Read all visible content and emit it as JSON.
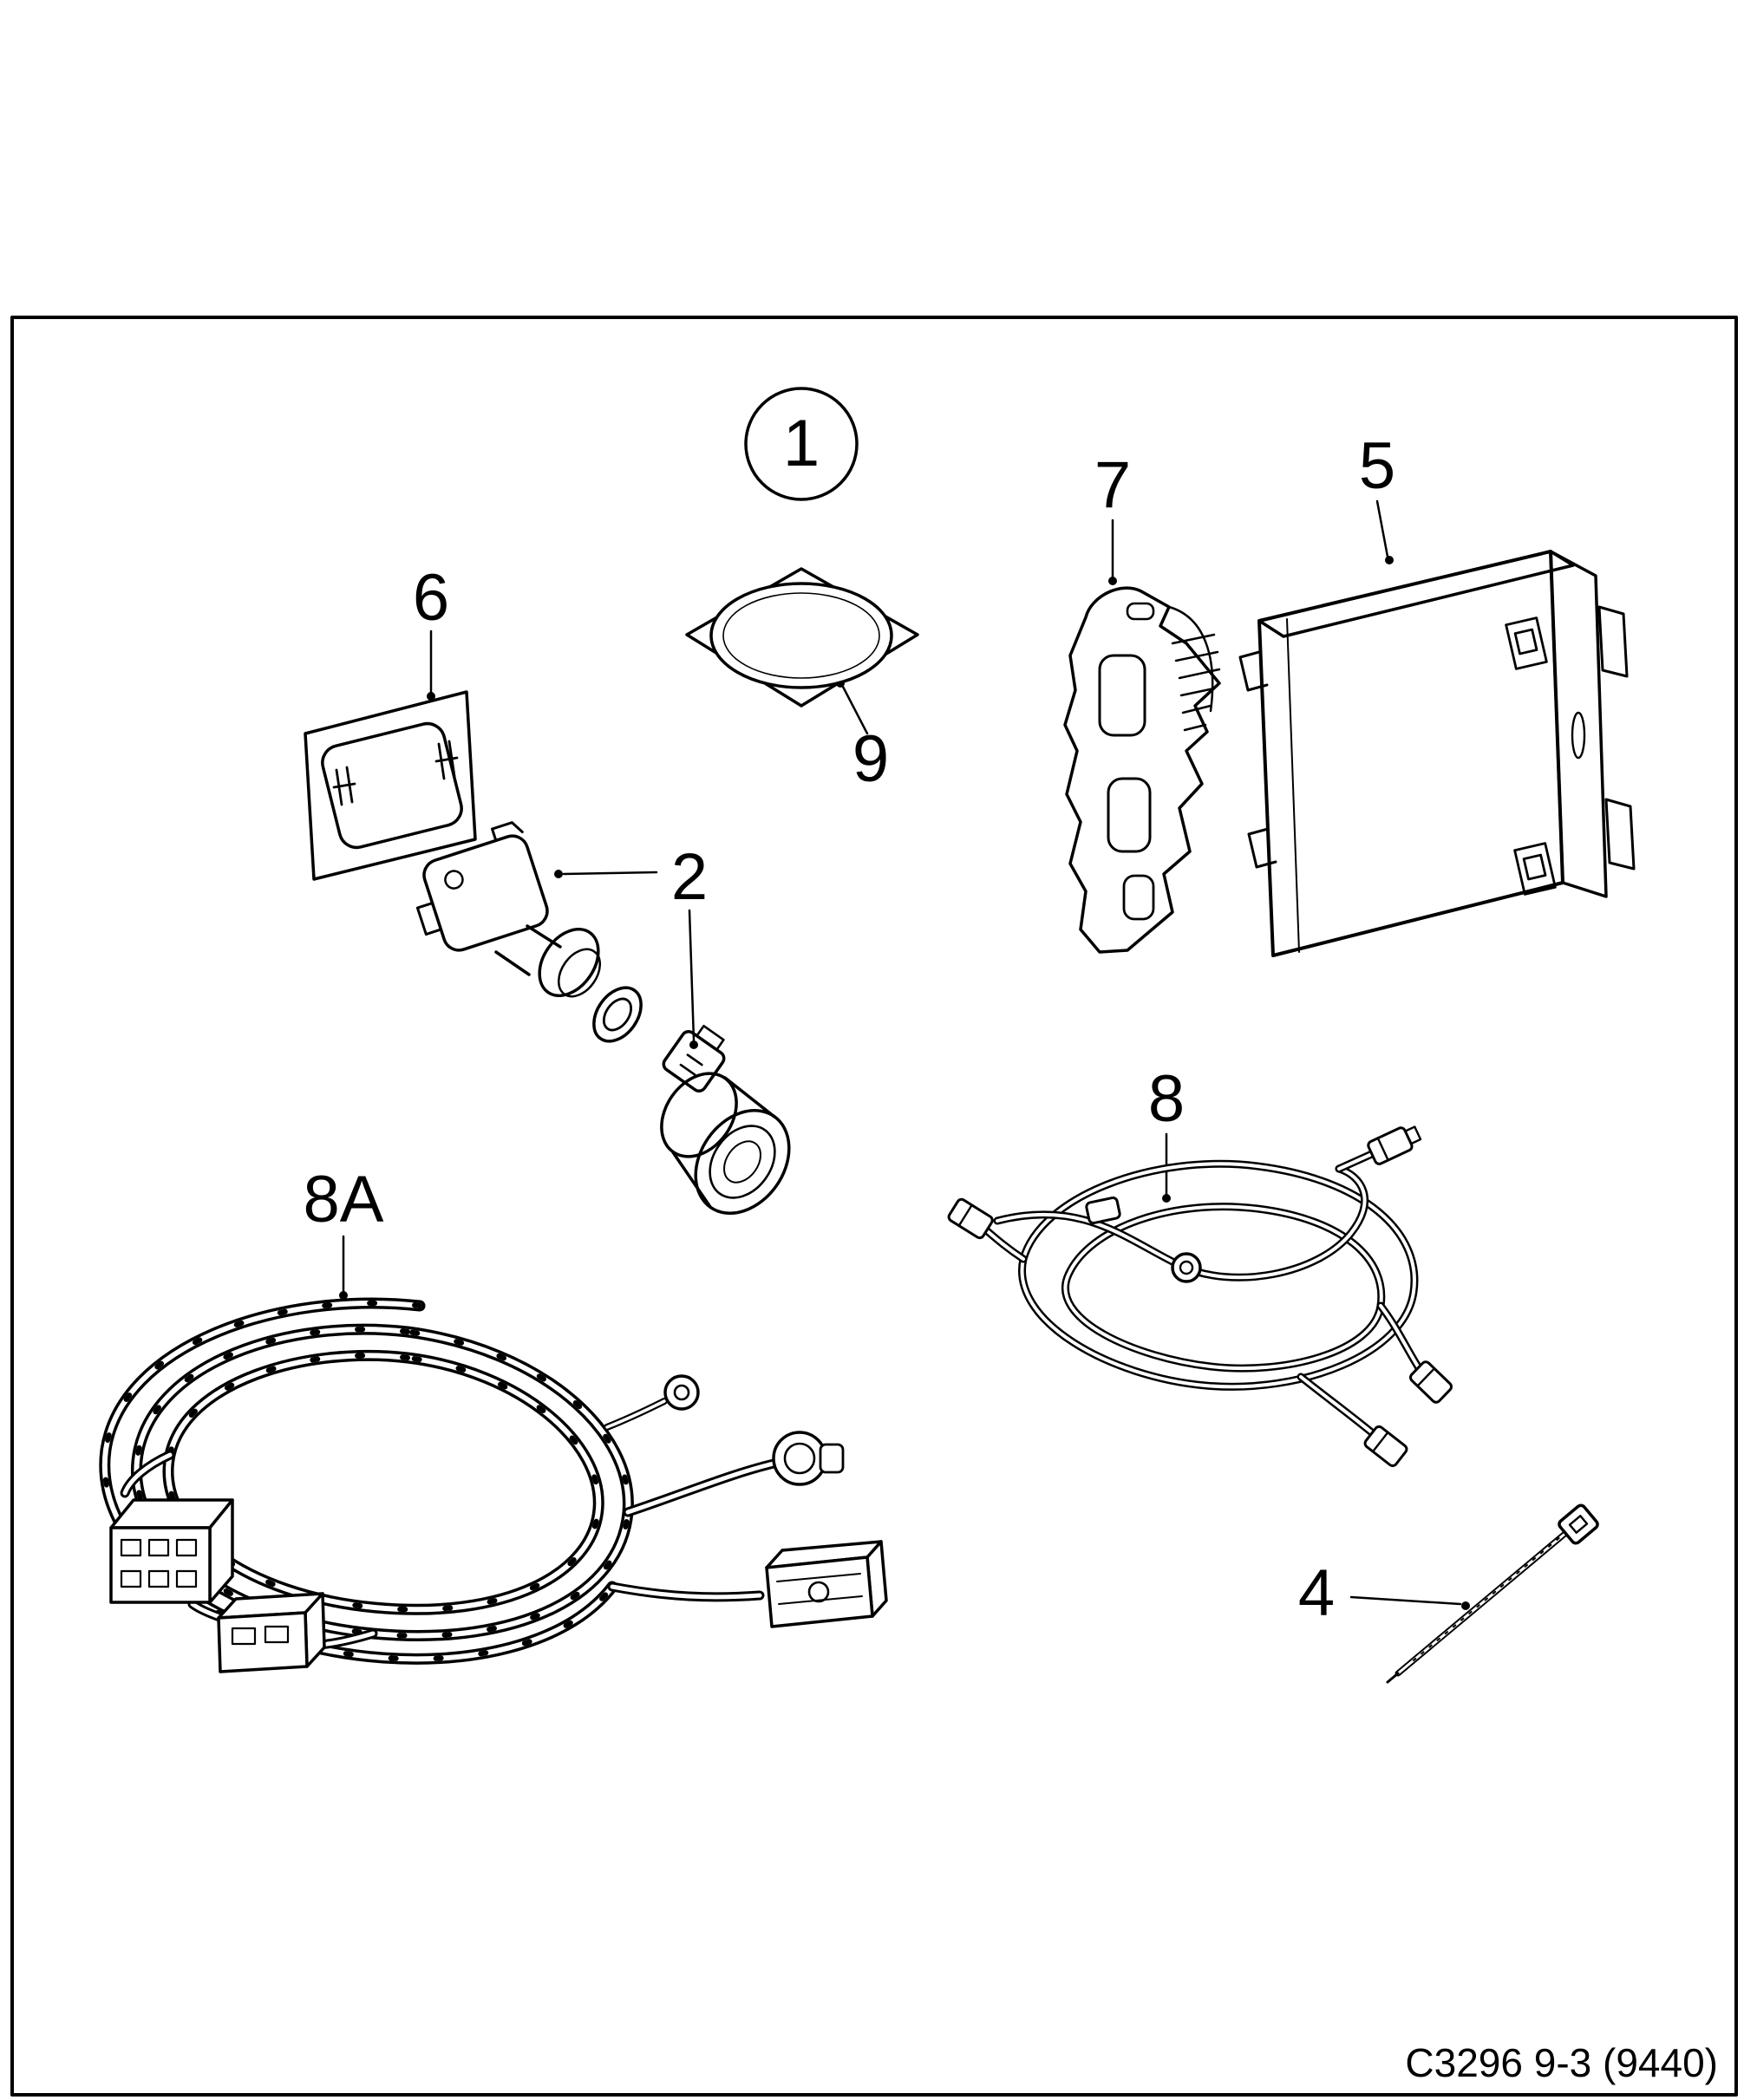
{
  "diagram": {
    "code": "C3296 9-3 (9440)",
    "callouts": {
      "c1": "1",
      "c2": "2",
      "c4": "4",
      "c5": "5",
      "c6": "6",
      "c7": "7",
      "c8": "8",
      "c8a": "8A",
      "c9": "9"
    }
  },
  "colors": {
    "line": "#000000",
    "background": "#ffffff"
  }
}
